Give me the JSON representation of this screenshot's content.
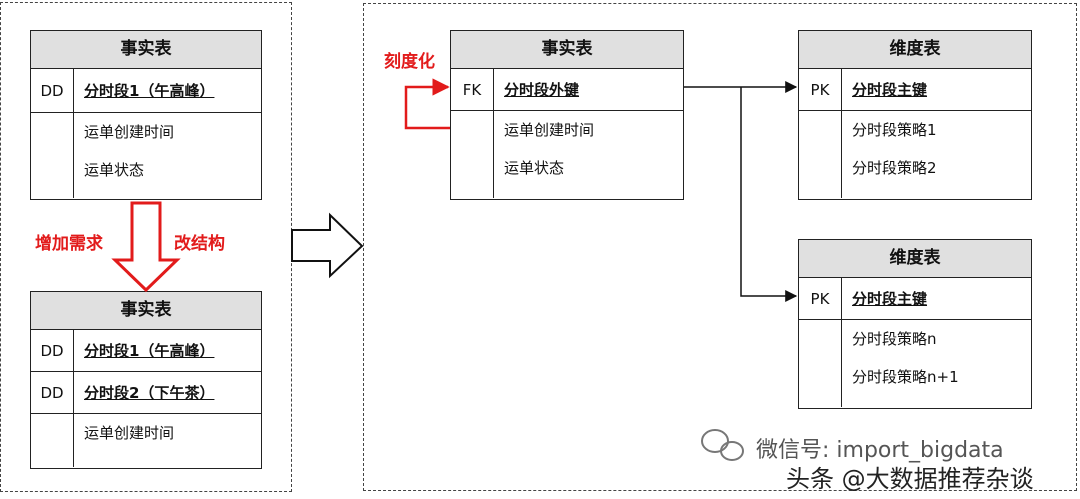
{
  "left_panel": {
    "table_top": {
      "title": "事实表",
      "rows": [
        {
          "key": "DD",
          "field": "分时段1（午高峰）"
        }
      ],
      "attributes": [
        "运单创建时间",
        "运单状态"
      ]
    },
    "label_left": "增加需求",
    "label_right": "改结构",
    "table_bottom": {
      "title": "事实表",
      "rows": [
        {
          "key": "DD",
          "field": "分时段1（午高峰）"
        },
        {
          "key": "DD",
          "field": "分时段2（下午茶）"
        }
      ],
      "attributes": [
        "运单创建时间"
      ]
    }
  },
  "right_panel": {
    "self_ref_label": "刻度化",
    "fact_table": {
      "title": "事实表",
      "rows": [
        {
          "key": "FK",
          "field": "分时段外键"
        }
      ],
      "attributes": [
        "运单创建时间",
        "运单状态"
      ]
    },
    "dim_table_1": {
      "title": "维度表",
      "rows": [
        {
          "key": "PK",
          "field": "分时段主键"
        }
      ],
      "attributes": [
        "分时段策略1",
        "分时段策略2"
      ]
    },
    "dim_table_2": {
      "title": "维度表",
      "rows": [
        {
          "key": "PK",
          "field": "分时段主键"
        }
      ],
      "attributes": [
        "分时段策略n",
        "分时段策略n+1"
      ]
    }
  },
  "watermark": {
    "wechat": "微信号: import_bigdata",
    "toutiao": "头条 @大数据推荐杂谈"
  },
  "colors": {
    "accent_red": "#e21b1b",
    "header_gray": "#e0e0e0"
  }
}
